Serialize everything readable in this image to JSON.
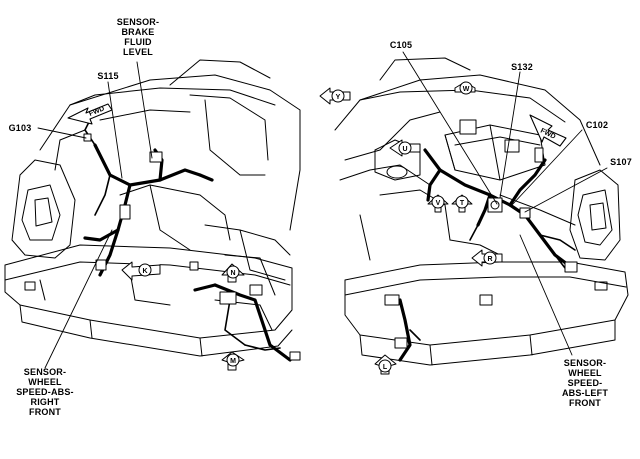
{
  "labels": {
    "sensor_brake_fluid": "SENSOR-\nBRAKE\nFLUID\nLEVEL",
    "s115": "S115",
    "g103": "G103",
    "sensor_wheel_right": "SENSOR-\nWHEEL\nSPEED-ABS-\nRIGHT\nFRONT",
    "c105": "C105",
    "s132": "S132",
    "c102": "C102",
    "s107": "S107",
    "sensor_wheel_left": "SENSOR-\nWHEEL\nSPEED-\nABS-LEFT\nFRONT"
  },
  "view_tags": {
    "k": "K",
    "n": "N",
    "m": "M",
    "y": "Y",
    "w": "W",
    "u": "U",
    "v": "V",
    "t": "T",
    "r": "R",
    "l": "L"
  },
  "fwd_text": "FWD"
}
